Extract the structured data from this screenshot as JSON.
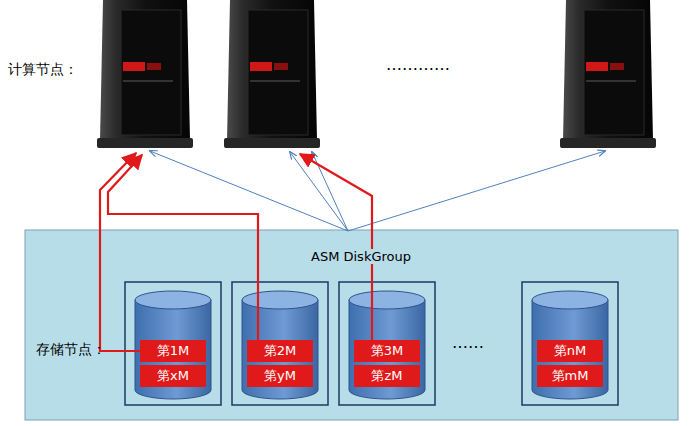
{
  "diagram": {
    "nodes": [
      {
        "text": [
          "ASM DiskGroup",
          "存储节点："
        ]
      },
      {
        "text": [
          "第1M"
        ],
        "in": 0
      },
      {
        "text": [
          "第xM"
        ],
        "in": 0
      },
      {
        "text": [
          "第2M"
        ],
        "in": 0
      },
      {
        "text": [
          "第yM"
        ],
        "in": 0
      },
      {
        "text": [
          "第3M"
        ],
        "in": 0
      },
      {
        "text": [
          "第zM"
        ],
        "in": 0
      },
      {
        "text": [
          "第nM"
        ],
        "in": 0
      },
      {
        "text": [
          "第mM"
        ],
        "in": 0
      }
    ],
    "labels": [
      "计算节点：",
      "…………",
      "……"
    ]
  }
}
